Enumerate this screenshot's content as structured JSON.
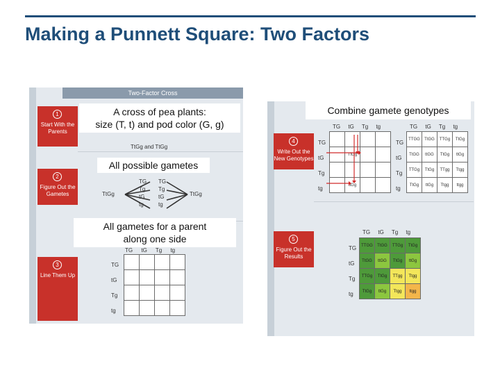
{
  "slide": {
    "title": "Making a Punnett Square: Two Factors"
  },
  "header": {
    "label": "Two-Factor Cross"
  },
  "steps": [
    {
      "number": "1",
      "label": "Start With the Parents"
    },
    {
      "number": "2",
      "label": "Figure Out the Gametes"
    },
    {
      "number": "3",
      "label": "Line Them Up"
    },
    {
      "number": "4",
      "label": "Write Out the New Genotypes"
    },
    {
      "number": "5",
      "label": "Figure Out the Results"
    }
  ],
  "callouts": {
    "parents_line1": "A cross of pea plants:",
    "parents_line2": "size (T, t) and pod color (G, g)",
    "gametes": "All possible gametes",
    "lineup_line1": "All gametes for a parent",
    "lineup_line2": "along one side",
    "combine": "Combine gamete genotypes"
  },
  "parents_text": "TtGg and TtGg",
  "parent": "TtGg",
  "gametes": [
    "TG",
    "Tg",
    "tG",
    "tg"
  ],
  "headers": [
    "TG",
    "tG",
    "Tg",
    "tg"
  ],
  "partial_cells": {
    "tT": "TtGg",
    "tg": "ttGg"
  },
  "full_grid": [
    [
      "TTGG",
      "TtGG",
      "TTGg",
      "TtGg"
    ],
    [
      "TtGG",
      "ttGG",
      "TtGg",
      "ttGg"
    ],
    [
      "TTGg",
      "TtGg",
      "TTgg",
      "Ttgg"
    ],
    [
      "TtGg",
      "ttGg",
      "Ttgg",
      "ttgg"
    ]
  ],
  "colors": {
    "title": "#1f4e79",
    "step": "#c8312a",
    "dark_green": "#4e9a3a",
    "light_green": "#8cc63f",
    "yellow": "#f3e65a",
    "orange": "#f3b64a"
  },
  "result_colors": [
    [
      "dark_green",
      "dark_green",
      "dark_green",
      "dark_green"
    ],
    [
      "dark_green",
      "light_green",
      "dark_green",
      "light_green"
    ],
    [
      "dark_green",
      "dark_green",
      "yellow",
      "yellow"
    ],
    [
      "dark_green",
      "light_green",
      "yellow",
      "orange"
    ]
  ]
}
